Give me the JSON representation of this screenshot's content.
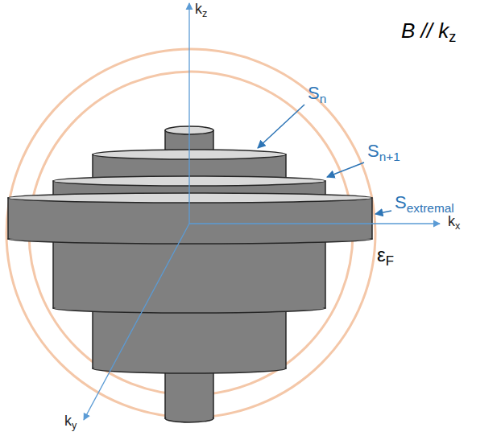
{
  "diagram": {
    "labels": [
      "B // k",
      "z",
      "k",
      "z",
      "k",
      "x",
      "k",
      "y",
      "S",
      "n",
      "S",
      "n+1",
      "S",
      "extremal",
      "ε",
      "F"
    ]
  }
}
